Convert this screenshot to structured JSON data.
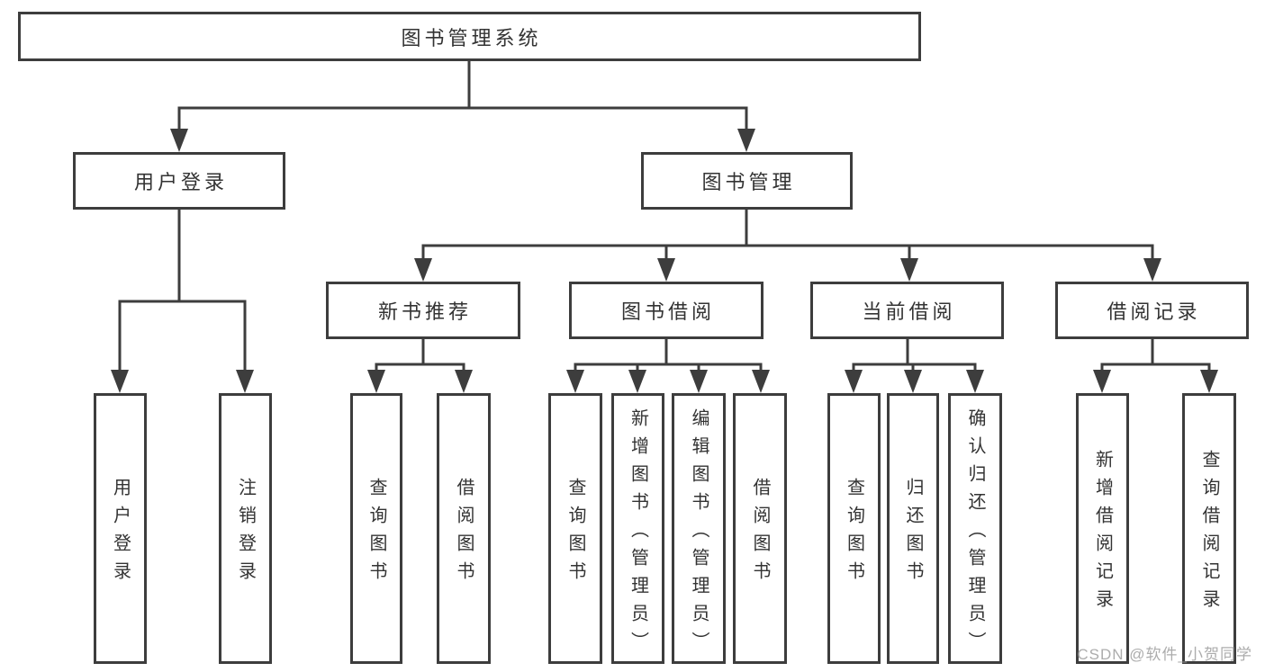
{
  "diagram_title": "图书管理系统",
  "tree": {
    "label": "图书管理系统",
    "children": [
      {
        "label": "用户登录",
        "children": [
          {
            "label": "用户登录"
          },
          {
            "label": "注销登录"
          }
        ]
      },
      {
        "label": "图书管理",
        "children": [
          {
            "label": "新书推荐",
            "children": [
              {
                "label": "查询图书"
              },
              {
                "label": "借阅图书"
              }
            ]
          },
          {
            "label": "图书借阅",
            "children": [
              {
                "label": "查询图书"
              },
              {
                "label": "新增图书（管理员）"
              },
              {
                "label": "编辑图书（管理员）"
              },
              {
                "label": "借阅图书"
              }
            ]
          },
          {
            "label": "当前借阅",
            "children": [
              {
                "label": "查询图书"
              },
              {
                "label": "归还图书"
              },
              {
                "label": "确认归还（管理员）"
              }
            ]
          },
          {
            "label": "借阅记录",
            "children": [
              {
                "label": "新增借阅记录"
              },
              {
                "label": "查询借阅记录"
              }
            ]
          }
        ]
      }
    ]
  },
  "watermark": {
    "text": "CSDN @软件_小贺同学"
  },
  "colors": {
    "line": "#3d3d3d",
    "box_border": "#3d3d3d",
    "text": "#333333",
    "background": "#ffffff",
    "watermark": "#9e9e9e"
  }
}
